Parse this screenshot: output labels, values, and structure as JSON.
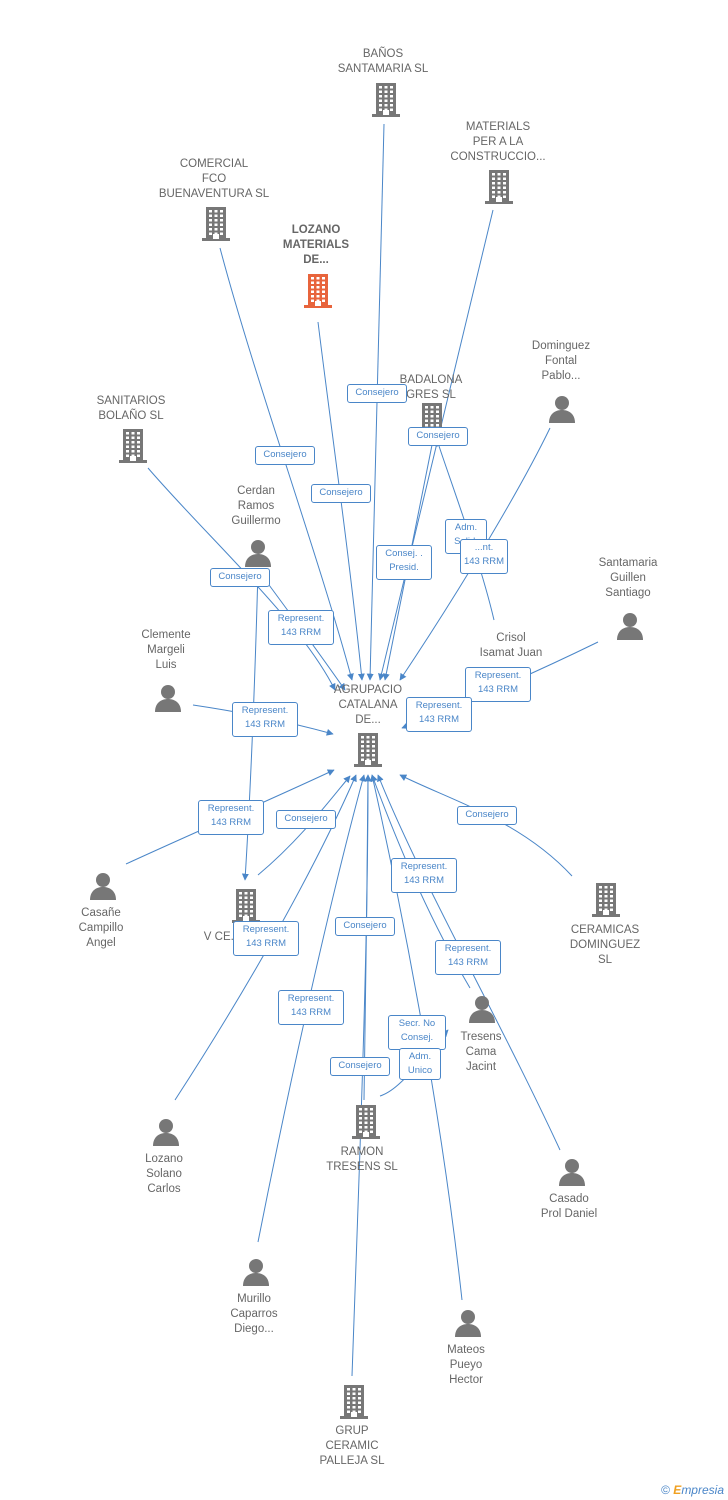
{
  "colors": {
    "edge": "#4a86c8",
    "company": "#777777",
    "company_focus": "#e8643c",
    "person": "#777777",
    "text": "#666666"
  },
  "nodes": [
    {
      "id": "agrupacio",
      "type": "company",
      "label": "AGRUPACIO\nCATALANA\nDE..."
    },
    {
      "id": "banos",
      "type": "company",
      "label": "BAÑOS\nSANTAMARIA SL"
    },
    {
      "id": "materials",
      "type": "company",
      "label": "MATERIALS\nPER A LA\nCONSTRUCCIO..."
    },
    {
      "id": "comercial",
      "type": "company",
      "label": "COMERCIAL\nFCO\nBUENAVENTURA SL"
    },
    {
      "id": "lozano_materials",
      "type": "company_focus",
      "label": "LOZANO\nMATERIALS\nDE..."
    },
    {
      "id": "badalona",
      "type": "company",
      "label": "BADALONA\nGRES  SL"
    },
    {
      "id": "dominguez_fontal",
      "type": "person",
      "label": "Dominguez\nFontal\nPablo..."
    },
    {
      "id": "sanitarios",
      "type": "company",
      "label": "SANITARIOS\nBOLAÑO  SL"
    },
    {
      "id": "cerdan",
      "type": "person",
      "label": "Cerdan\nRamos\nGuillermo"
    },
    {
      "id": "santamaria",
      "type": "person",
      "label": "Santamaria\nGuillen\nSantiago"
    },
    {
      "id": "crisol",
      "type": "person",
      "label": "Crisol\nIsamat Juan"
    },
    {
      "id": "clemente",
      "type": "person",
      "label": "Clemente\nMargeli\nLuis"
    },
    {
      "id": "casane",
      "type": "person",
      "label": "Casañe\nCampillo\nAngel"
    },
    {
      "id": "vce",
      "type": "company",
      "label": "V CE..."
    },
    {
      "id": "ceramicas",
      "type": "company",
      "label": "CERAMICAS\nDOMINGUEZ\nSL"
    },
    {
      "id": "tresens",
      "type": "person",
      "label": "Tresens\nCama\nJacint"
    },
    {
      "id": "lozano_solano",
      "type": "person",
      "label": "Lozano\nSolano\nCarlos"
    },
    {
      "id": "ramon",
      "type": "company",
      "label": "RAMON\nTRESENS SL"
    },
    {
      "id": "casado",
      "type": "person",
      "label": "Casado\nProl Daniel"
    },
    {
      "id": "murillo",
      "type": "person",
      "label": "Murillo\nCaparros\nDiego..."
    },
    {
      "id": "mateos",
      "type": "person",
      "label": "Mateos\nPueyo\nHector"
    },
    {
      "id": "grup",
      "type": "company",
      "label": "GRUP\nCERAMIC\nPALLEJA SL"
    }
  ],
  "edge_labels": [
    {
      "id": "consejero_1",
      "text": "Consejero"
    },
    {
      "id": "consejero_2",
      "text": "Consejero"
    },
    {
      "id": "consejero_3",
      "text": "Consejero"
    },
    {
      "id": "consejero_4",
      "text": "Consejero"
    },
    {
      "id": "consejero_5",
      "text": "Consejero"
    },
    {
      "id": "consej_presid",
      "text": "Consej. .\nPresid."
    },
    {
      "id": "adm_solid",
      "text": "Adm.\nSolid."
    },
    {
      "id": "represent_badalona",
      "text": "...nt.\n143 RRM"
    },
    {
      "id": "represent_cerdan",
      "text": "Represent.\n143 RRM"
    },
    {
      "id": "represent_santamaria",
      "text": "Represent.\n143 RRM"
    },
    {
      "id": "represent_crisol",
      "text": "Represent.\n143 RRM"
    },
    {
      "id": "represent_clemente",
      "text": "Represent.\n143 RRM"
    },
    {
      "id": "represent_casane",
      "text": "Represent.\n143 RRM"
    },
    {
      "id": "consejero_vce",
      "text": "Consejero"
    },
    {
      "id": "consejero_ceramicas",
      "text": "Consejero"
    },
    {
      "id": "represent_mid",
      "text": "Represent.\n143 RRM"
    },
    {
      "id": "represent_vce",
      "text": "Represent.\n143 RRM"
    },
    {
      "id": "consejero_mid",
      "text": "Consejero"
    },
    {
      "id": "represent_tresens",
      "text": "Represent.\n143 RRM"
    },
    {
      "id": "represent_murillo",
      "text": "Represent.\n143 RRM"
    },
    {
      "id": "secr_no_consej",
      "text": "Secr.  No\nConsej."
    },
    {
      "id": "adm_unico",
      "text": "Adm.\nUnico"
    },
    {
      "id": "consejero_ramon",
      "text": "Consejero"
    }
  ],
  "footer": {
    "copyright": "©",
    "brand_initial": "E",
    "brand_rest": "mpresia"
  }
}
